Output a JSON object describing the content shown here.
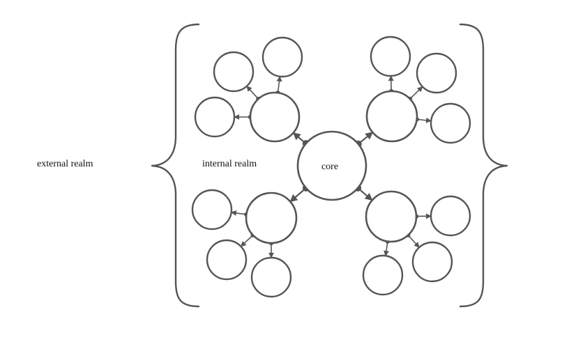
{
  "labels": {
    "outer": "external realm",
    "inner": "internal realm",
    "center": "core"
  },
  "colors": {
    "stroke": "#555555",
    "text": "#111111",
    "background": "#ffffff"
  },
  "structure": {
    "hub": "core",
    "branch_count": 4,
    "leaves_per_branch": 3,
    "enclosure": "curly braces on left and right"
  }
}
